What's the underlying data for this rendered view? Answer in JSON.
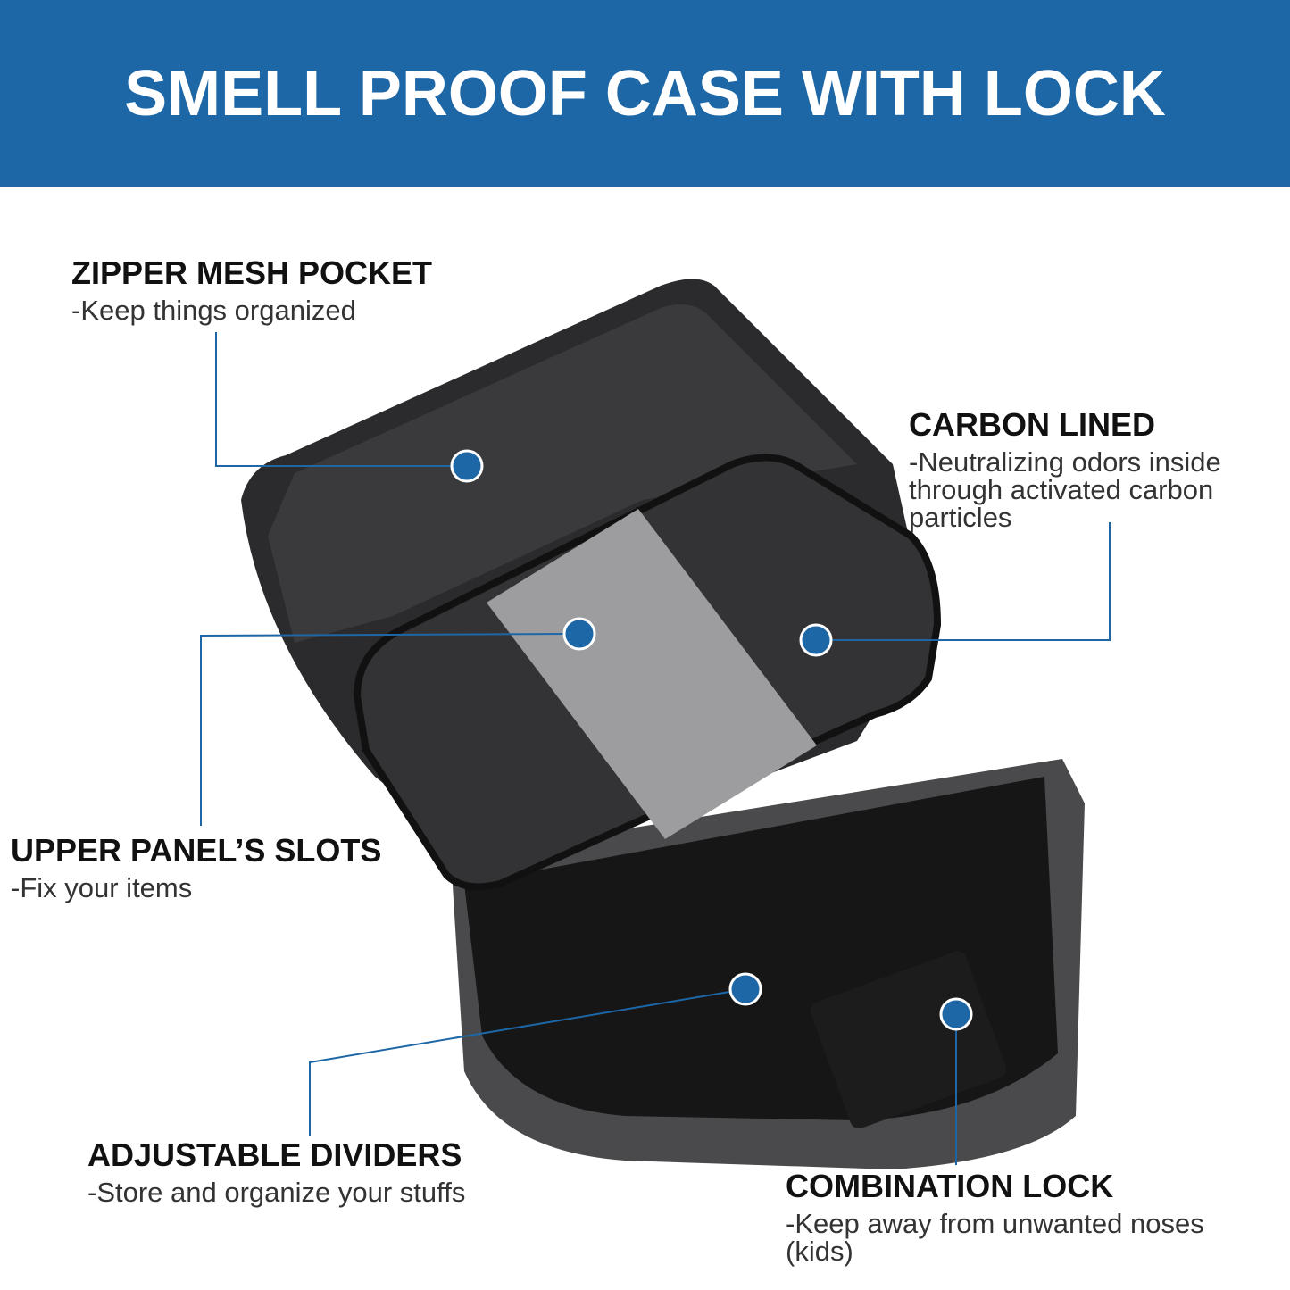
{
  "title": "SMELL PROOF CASE WITH LOCK",
  "colors": {
    "banner": "#1d67a6",
    "callout": "#1d67a6",
    "case": "#2a2a2c",
    "panel": "#9a9a9a"
  },
  "features": [
    {
      "title": "ZIPPER MESH POCKET",
      "desc": [
        "-Keep things organized"
      ]
    },
    {
      "title": "CARBON LINED",
      "desc": [
        "-Neutralizing odors inside",
        "through activated carbon",
        "particles"
      ]
    },
    {
      "title": "UPPER PANEL’S SLOTS",
      "desc": [
        "-Fix your items"
      ]
    },
    {
      "title": "ADJUSTABLE DIVIDERS",
      "desc": [
        "-Store and organize your stuffs"
      ]
    },
    {
      "title": "COMBINATION LOCK",
      "desc": [
        "-Keep away from unwanted noses",
        "(kids)"
      ]
    }
  ]
}
